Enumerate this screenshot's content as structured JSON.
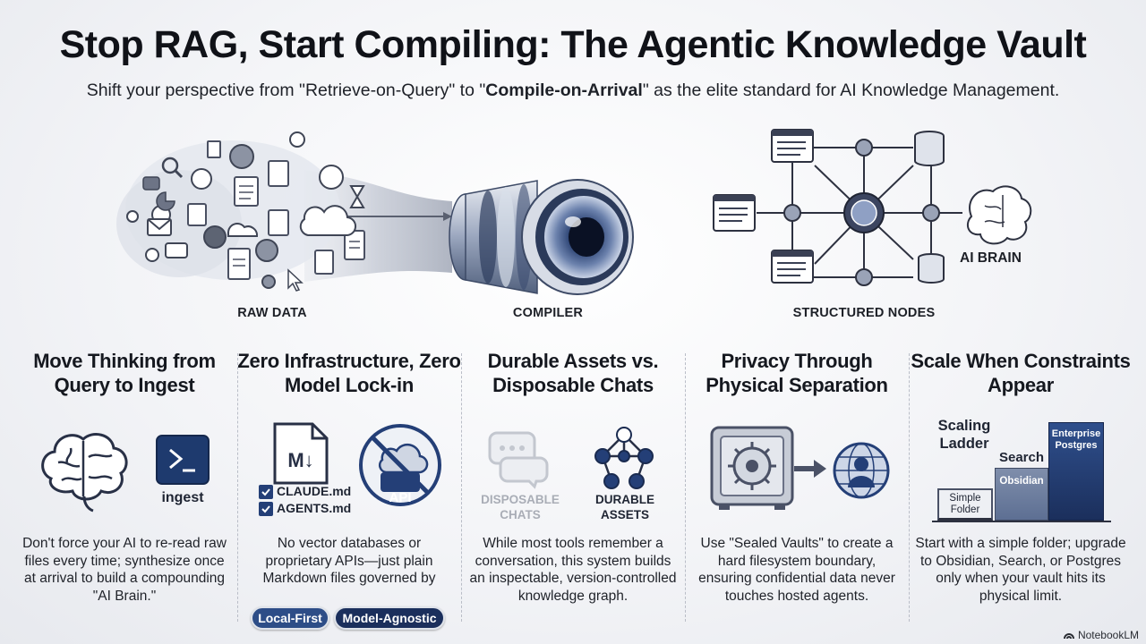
{
  "header": {
    "title": "Stop RAG, Start Compiling: The Agentic Knowledge Vault",
    "subtitle_pre": "Shift your perspective from \"Retrieve-on-Query\" to \"",
    "subtitle_bold": "Compile-on-Arrival",
    "subtitle_post": "\" as the elite standard for AI Knowledge Management."
  },
  "hero": {
    "raw_data_label": "RAW DATA",
    "compiler_label": "COMPILER",
    "structured_nodes_label": "STRUCTURED NODES",
    "ai_brain_label": "AI BRAIN"
  },
  "columns": [
    {
      "title": "Move Thinking from Query to Ingest",
      "icon_label": "ingest",
      "description": "Don't force your AI to re-read raw files every time; synthesize once at arrival to build a compounding \"AI Brain.\""
    },
    {
      "title": "Zero Infrastructure, Zero Model Lock-in",
      "file_1": "CLAUDE.md",
      "file_2": "AGENTS.md",
      "api_label": "API",
      "md_glyph": "M↓",
      "description": "No vector databases or proprietary APIs—just plain Markdown files governed by",
      "pill_1": "Local-First",
      "pill_2": "Model-Agnostic"
    },
    {
      "title": "Durable Assets vs. Disposable Chats",
      "disposable_label": "DISPOSABLE CHATS",
      "durable_label": "DURABLE ASSETS",
      "description": "While most tools remember a conversation, this system builds an inspectable, version-controlled knowledge graph."
    },
    {
      "title": "Privacy Through Physical Separation",
      "description": "Use \"Sealed Vaults\" to create a hard filesystem boundary, ensuring confidential data never touches hosted agents."
    },
    {
      "title": "Scale When Constraints Appear",
      "ladder_title": "Scaling Ladder",
      "step_1": "Simple Folder",
      "step_2_label": "Search",
      "step_2": "Obsidian",
      "step_3": "Enterprise Postgres",
      "description": "Start with a simple folder; upgrade to Obsidian, Search, or Postgres only when your vault hits its physical limit."
    }
  ],
  "watermark": "NotebookLM",
  "colors": {
    "navy": "#243f77",
    "navy_dark": "#1b2f5c",
    "steel": "#5d6f93",
    "light_steel": "#aab6cc",
    "gray": "#9aa1ae"
  }
}
